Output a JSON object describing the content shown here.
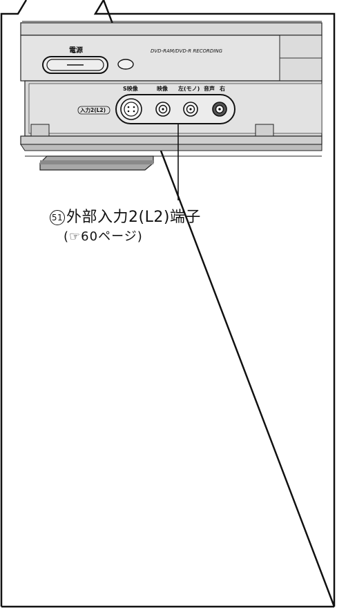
{
  "device": {
    "power_label": "電源",
    "brand_text": "DVD-RAM/DVD-R RECORDING",
    "input_label": "入力2(L2)",
    "s_video_label": "S映像",
    "video_label": "映像",
    "audio_left_label": "左(モノ)",
    "audio_label": "音声",
    "audio_right_label": "右"
  },
  "callout": {
    "number": "51",
    "title": "外部入力2(L2)端子",
    "reference": "(☞60ページ)"
  }
}
